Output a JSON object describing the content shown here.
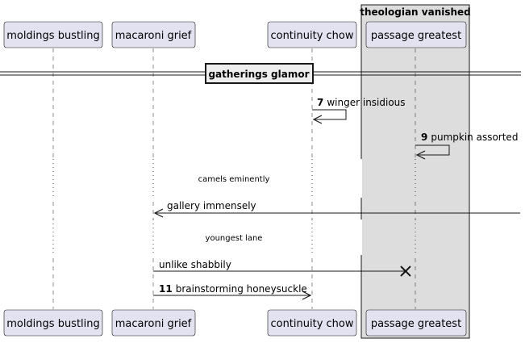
{
  "colors": {
    "participant_fill": "#E2E2F0",
    "participant_stroke": "#181818",
    "box_fill": "#DDDDDD",
    "line": "#181818"
  },
  "box": {
    "title": "theologian vanished"
  },
  "participants": [
    {
      "id": "p1",
      "label": "moldings bustling"
    },
    {
      "id": "p2",
      "label": "macaroni grief"
    },
    {
      "id": "p3",
      "label": "continuity chow"
    },
    {
      "id": "p4",
      "label": "passage greatest"
    }
  ],
  "divider": {
    "label": "gatherings glamor"
  },
  "messages": [
    {
      "number": "7",
      "text": "winger insidious",
      "from": "p3",
      "to": "p3",
      "kind": "self"
    },
    {
      "number": "9",
      "text": "pumpkin assorted",
      "from": "p4",
      "to": "p4",
      "kind": "self"
    },
    {
      "number": "",
      "text": "gallery immensely",
      "from": "right-edge",
      "to": "p2",
      "kind": "incoming"
    },
    {
      "number": "",
      "text": "unlike shabbily",
      "from": "p2",
      "to": "p4",
      "kind": "lost"
    },
    {
      "number": "11",
      "text": "brainstorming honeysuckle",
      "from": "p2",
      "to": "p3",
      "kind": "normal"
    }
  ],
  "delays": [
    {
      "text": "camels eminently"
    },
    {
      "text": "youngest lane"
    }
  ]
}
